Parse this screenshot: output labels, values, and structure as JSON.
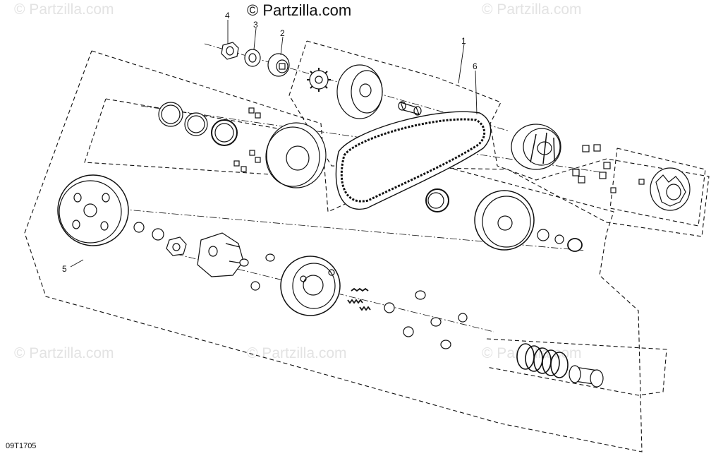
{
  "copyright": "© Partzilla.com",
  "watermarks": [
    "© Partzilla.com",
    "© Partzilla.com",
    "© Partzilla.com",
    "© Partzilla.com",
    "© Partzilla.com"
  ],
  "diagram_code": "09T1705",
  "callouts": [
    "1",
    "2",
    "3",
    "4",
    "5",
    "6"
  ]
}
